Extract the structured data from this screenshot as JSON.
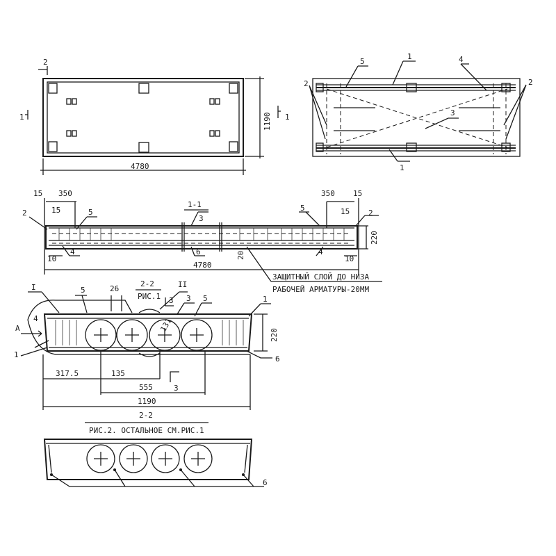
{
  "plan": {
    "section_mark_2": "2",
    "section_mark_1_left": "1",
    "section_mark_1_right": "1",
    "length": "4780",
    "width": "1190"
  },
  "reinforcement_plan": {
    "labels": [
      "5",
      "1",
      "4",
      "2",
      "2",
      "3",
      "1"
    ]
  },
  "section_1_1": {
    "title": "1-1",
    "dims": [
      "15",
      "350",
      "15",
      "350",
      "15",
      "15",
      "220",
      "10",
      "10",
      "20",
      "4780"
    ],
    "labels": [
      "2",
      "5",
      "3",
      "5",
      "2",
      "4",
      "6",
      "4"
    ],
    "note_line1": "ЗАЩИТНЫЙ СЛОЙ ДО НИЗА",
    "note_line2": "РАБОЧЕЙ АРМАТУРЫ-20ММ"
  },
  "section_2_2": {
    "callout_I": "I",
    "callout_II": "II",
    "ref_num": "2-2",
    "ref_den": "РИС.1",
    "labels": [
      "5",
      "26",
      "3",
      "3",
      "5",
      "1",
      "4",
      "1",
      "6",
      "A",
      "3",
      "131"
    ],
    "dims": [
      "220",
      "317.5",
      "135",
      "555",
      "1190"
    ],
    "title": "2-2",
    "caption": "РИС.2. ОСТАЛЬНОЕ СМ.РИС.1"
  },
  "facade": {
    "label": "6"
  }
}
